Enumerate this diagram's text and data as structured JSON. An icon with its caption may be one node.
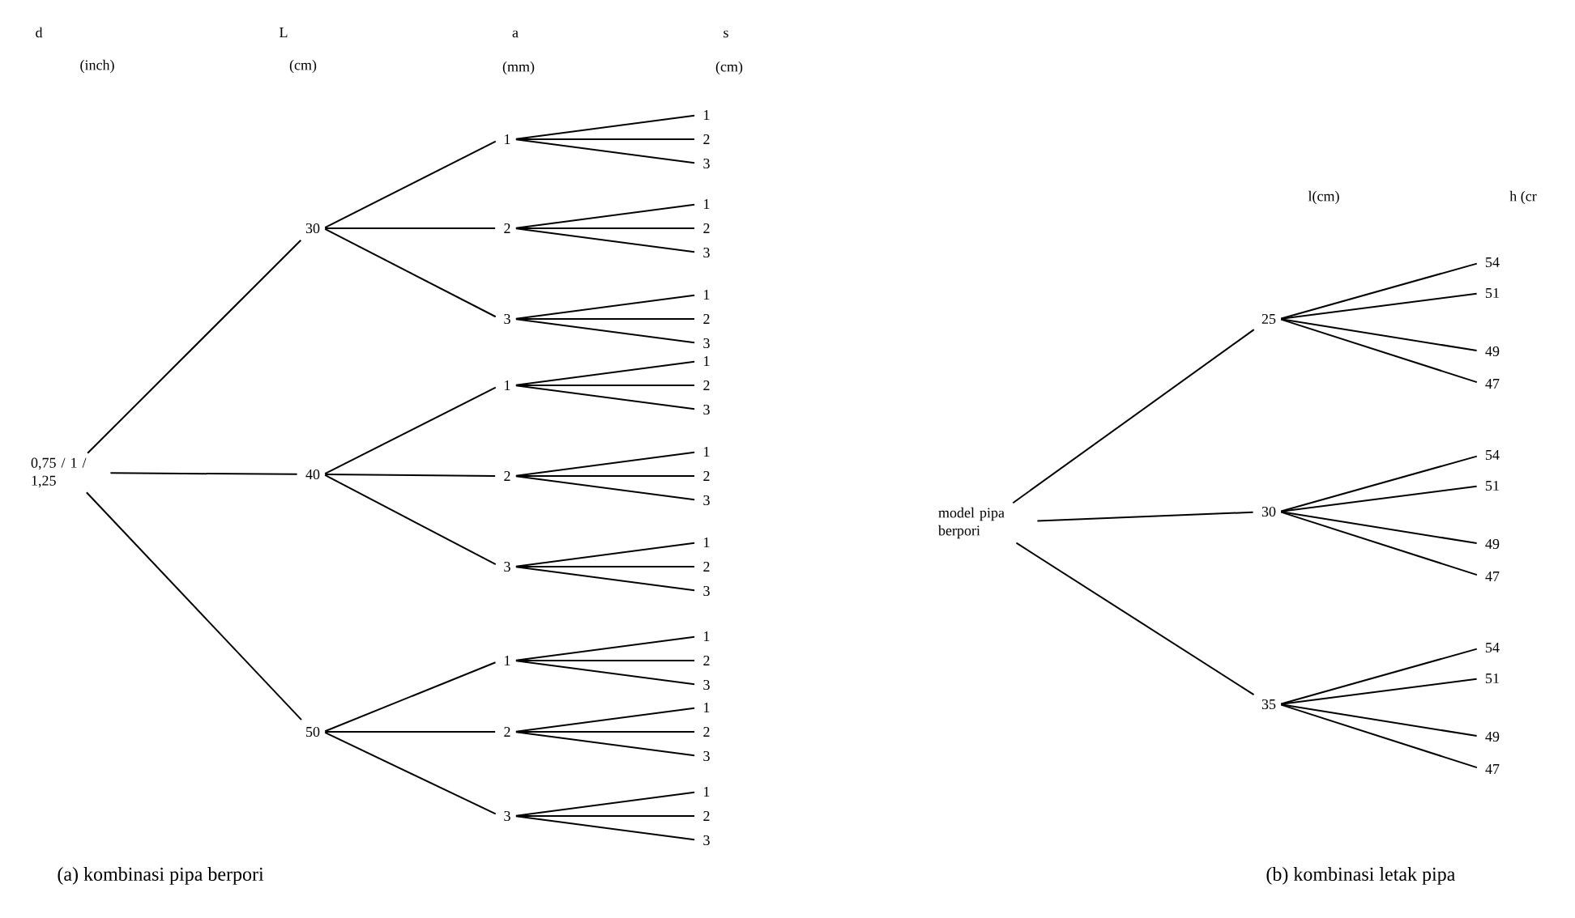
{
  "diagram": {
    "nodes": [
      {
        "text": [
          "0,75 / 1 / 1,25"
        ]
      },
      {
        "text": [
          "30"
        ]
      },
      {
        "text": [
          "40"
        ]
      },
      {
        "text": [
          "50"
        ]
      },
      {
        "text": [
          "1"
        ]
      },
      {
        "text": [
          "2"
        ]
      },
      {
        "text": [
          "3"
        ]
      },
      {
        "text": [
          "1"
        ]
      },
      {
        "text": [
          "2"
        ]
      },
      {
        "text": [
          "3"
        ]
      },
      {
        "text": [
          "1"
        ]
      },
      {
        "text": [
          "2"
        ]
      },
      {
        "text": [
          "3"
        ]
      },
      {
        "text": [
          "1"
        ]
      },
      {
        "text": [
          "2"
        ]
      },
      {
        "text": [
          "3"
        ]
      },
      {
        "text": [
          "1"
        ]
      },
      {
        "text": [
          "2"
        ]
      },
      {
        "text": [
          "3"
        ]
      },
      {
        "text": [
          "1"
        ]
      },
      {
        "text": [
          "2"
        ]
      },
      {
        "text": [
          "3"
        ]
      },
      {
        "text": [
          "1"
        ]
      },
      {
        "text": [
          "2"
        ]
      },
      {
        "text": [
          "3"
        ]
      },
      {
        "text": [
          "1"
        ]
      },
      {
        "text": [
          "2"
        ]
      },
      {
        "text": [
          "3"
        ]
      },
      {
        "text": [
          "1"
        ]
      },
      {
        "text": [
          "2"
        ]
      },
      {
        "text": [
          "3"
        ]
      },
      {
        "text": [
          "1"
        ]
      },
      {
        "text": [
          "2"
        ]
      },
      {
        "text": [
          "3"
        ]
      },
      {
        "text": [
          "1"
        ]
      },
      {
        "text": [
          "2"
        ]
      },
      {
        "text": [
          "3"
        ]
      },
      {
        "text": [
          "1"
        ]
      },
      {
        "text": [
          "2"
        ]
      },
      {
        "text": [
          "3"
        ]
      },
      {
        "text": [
          "model pipa berpori"
        ]
      },
      {
        "text": [
          "25"
        ]
      },
      {
        "text": [
          "30"
        ]
      },
      {
        "text": [
          "35"
        ]
      },
      {
        "text": [
          "54"
        ]
      },
      {
        "text": [
          "51"
        ]
      },
      {
        "text": [
          "49"
        ]
      },
      {
        "text": [
          "47"
        ]
      },
      {
        "text": [
          "54"
        ]
      },
      {
        "text": [
          "51"
        ]
      },
      {
        "text": [
          "49"
        ]
      },
      {
        "text": [
          "47"
        ]
      },
      {
        "text": [
          "54"
        ]
      },
      {
        "text": [
          "51"
        ]
      },
      {
        "text": [
          "49"
        ]
      },
      {
        "text": [
          "47"
        ]
      }
    ],
    "edges": [
      {
        "from": 0,
        "to": 1,
        "arrow": "none"
      },
      {
        "from": 0,
        "to": 2,
        "arrow": "none"
      },
      {
        "from": 0,
        "to": 3,
        "arrow": "none"
      },
      {
        "from": 1,
        "to": 4,
        "arrow": "none"
      },
      {
        "from": 1,
        "to": 5,
        "arrow": "none"
      },
      {
        "from": 1,
        "to": 6,
        "arrow": "none"
      },
      {
        "from": 2,
        "to": 7,
        "arrow": "none"
      },
      {
        "from": 2,
        "to": 8,
        "arrow": "none"
      },
      {
        "from": 2,
        "to": 9,
        "arrow": "none"
      },
      {
        "from": 3,
        "to": 10,
        "arrow": "none"
      },
      {
        "from": 3,
        "to": 11,
        "arrow": "none"
      },
      {
        "from": 3,
        "to": 12,
        "arrow": "none"
      },
      {
        "from": 4,
        "to": 13,
        "arrow": "none"
      },
      {
        "from": 4,
        "to": 14,
        "arrow": "none"
      },
      {
        "from": 4,
        "to": 15,
        "arrow": "none"
      },
      {
        "from": 5,
        "to": 16,
        "arrow": "none"
      },
      {
        "from": 5,
        "to": 17,
        "arrow": "none"
      },
      {
        "from": 5,
        "to": 18,
        "arrow": "none"
      },
      {
        "from": 6,
        "to": 19,
        "arrow": "none"
      },
      {
        "from": 6,
        "to": 20,
        "arrow": "none"
      },
      {
        "from": 6,
        "to": 21,
        "arrow": "none"
      },
      {
        "from": 7,
        "to": 22,
        "arrow": "none"
      },
      {
        "from": 7,
        "to": 23,
        "arrow": "none"
      },
      {
        "from": 7,
        "to": 24,
        "arrow": "none"
      },
      {
        "from": 8,
        "to": 25,
        "arrow": "none"
      },
      {
        "from": 8,
        "to": 26,
        "arrow": "none"
      },
      {
        "from": 8,
        "to": 27,
        "arrow": "none"
      },
      {
        "from": 9,
        "to": 28,
        "arrow": "none"
      },
      {
        "from": 9,
        "to": 29,
        "arrow": "none"
      },
      {
        "from": 9,
        "to": 30,
        "arrow": "none"
      },
      {
        "from": 10,
        "to": 31,
        "arrow": "none"
      },
      {
        "from": 10,
        "to": 32,
        "arrow": "none"
      },
      {
        "from": 10,
        "to": 33,
        "arrow": "none"
      },
      {
        "from": 11,
        "to": 34,
        "arrow": "none"
      },
      {
        "from": 11,
        "to": 35,
        "arrow": "none"
      },
      {
        "from": 11,
        "to": 36,
        "arrow": "none"
      },
      {
        "from": 12,
        "to": 37,
        "arrow": "none"
      },
      {
        "from": 12,
        "to": 38,
        "arrow": "none"
      },
      {
        "from": 12,
        "to": 39,
        "arrow": "none"
      },
      {
        "from": 40,
        "to": 41,
        "arrow": "none"
      },
      {
        "from": 40,
        "to": 42,
        "arrow": "none"
      },
      {
        "from": 40,
        "to": 43,
        "arrow": "none"
      },
      {
        "from": 41,
        "to": 44,
        "arrow": "none"
      },
      {
        "from": 41,
        "to": 45,
        "arrow": "none"
      },
      {
        "from": 41,
        "to": 46,
        "arrow": "none"
      },
      {
        "from": 41,
        "to": 47,
        "arrow": "none"
      },
      {
        "from": 42,
        "to": 48,
        "arrow": "none"
      },
      {
        "from": 42,
        "to": 49,
        "arrow": "none"
      },
      {
        "from": 42,
        "to": 50,
        "arrow": "none"
      },
      {
        "from": 42,
        "to": 51,
        "arrow": "none"
      },
      {
        "from": 43,
        "to": 52,
        "arrow": "none"
      },
      {
        "from": 43,
        "to": 53,
        "arrow": "none"
      },
      {
        "from": 43,
        "to": 54,
        "arrow": "none"
      },
      {
        "from": 43,
        "to": 55,
        "arrow": "none"
      }
    ],
    "labels": [
      "d",
      "(inch)",
      "L",
      "(cm)",
      "a",
      "(mm)",
      "s",
      "(cm)",
      "l(cm)",
      "h (cr",
      "(a) kombinasi pipa berpori",
      "(b) kombinasi letak pipa"
    ]
  }
}
